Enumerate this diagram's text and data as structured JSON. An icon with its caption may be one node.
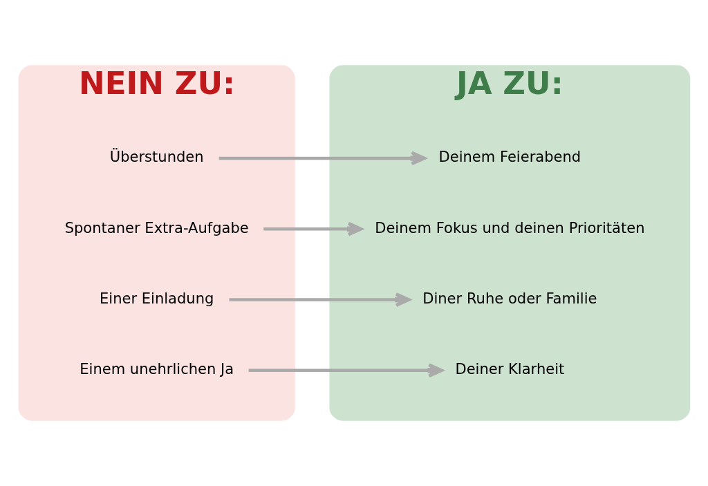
{
  "diagram": {
    "nodes": [
      {
        "text": [
          "NEIN ZU:"
        ]
      },
      {
        "text": [
          "Überstunden"
        ],
        "in": 0
      },
      {
        "text": [
          "Spontaner Extra-Aufgabe"
        ],
        "in": 0
      },
      {
        "text": [
          "Einer Einladung"
        ],
        "in": 0
      },
      {
        "text": [
          "Einem unehrlichen Ja"
        ],
        "in": 0
      },
      {
        "text": [
          "JA ZU:"
        ]
      },
      {
        "text": [
          "Deinem Feierabend"
        ],
        "in": 5
      },
      {
        "text": [
          "Deinem Fokus und deinen Prioritäten"
        ],
        "in": 5
      },
      {
        "text": [
          "Diner Ruhe oder Familie"
        ],
        "in": 5
      },
      {
        "text": [
          "Deiner Klarheit"
        ],
        "in": 5
      }
    ],
    "edges": [
      {
        "from": 1,
        "to": 6,
        "arrow": "to"
      },
      {
        "from": 2,
        "to": 7,
        "arrow": "to"
      },
      {
        "from": 3,
        "to": 8,
        "arrow": "to"
      },
      {
        "from": 4,
        "to": 9,
        "arrow": "to"
      }
    ]
  }
}
